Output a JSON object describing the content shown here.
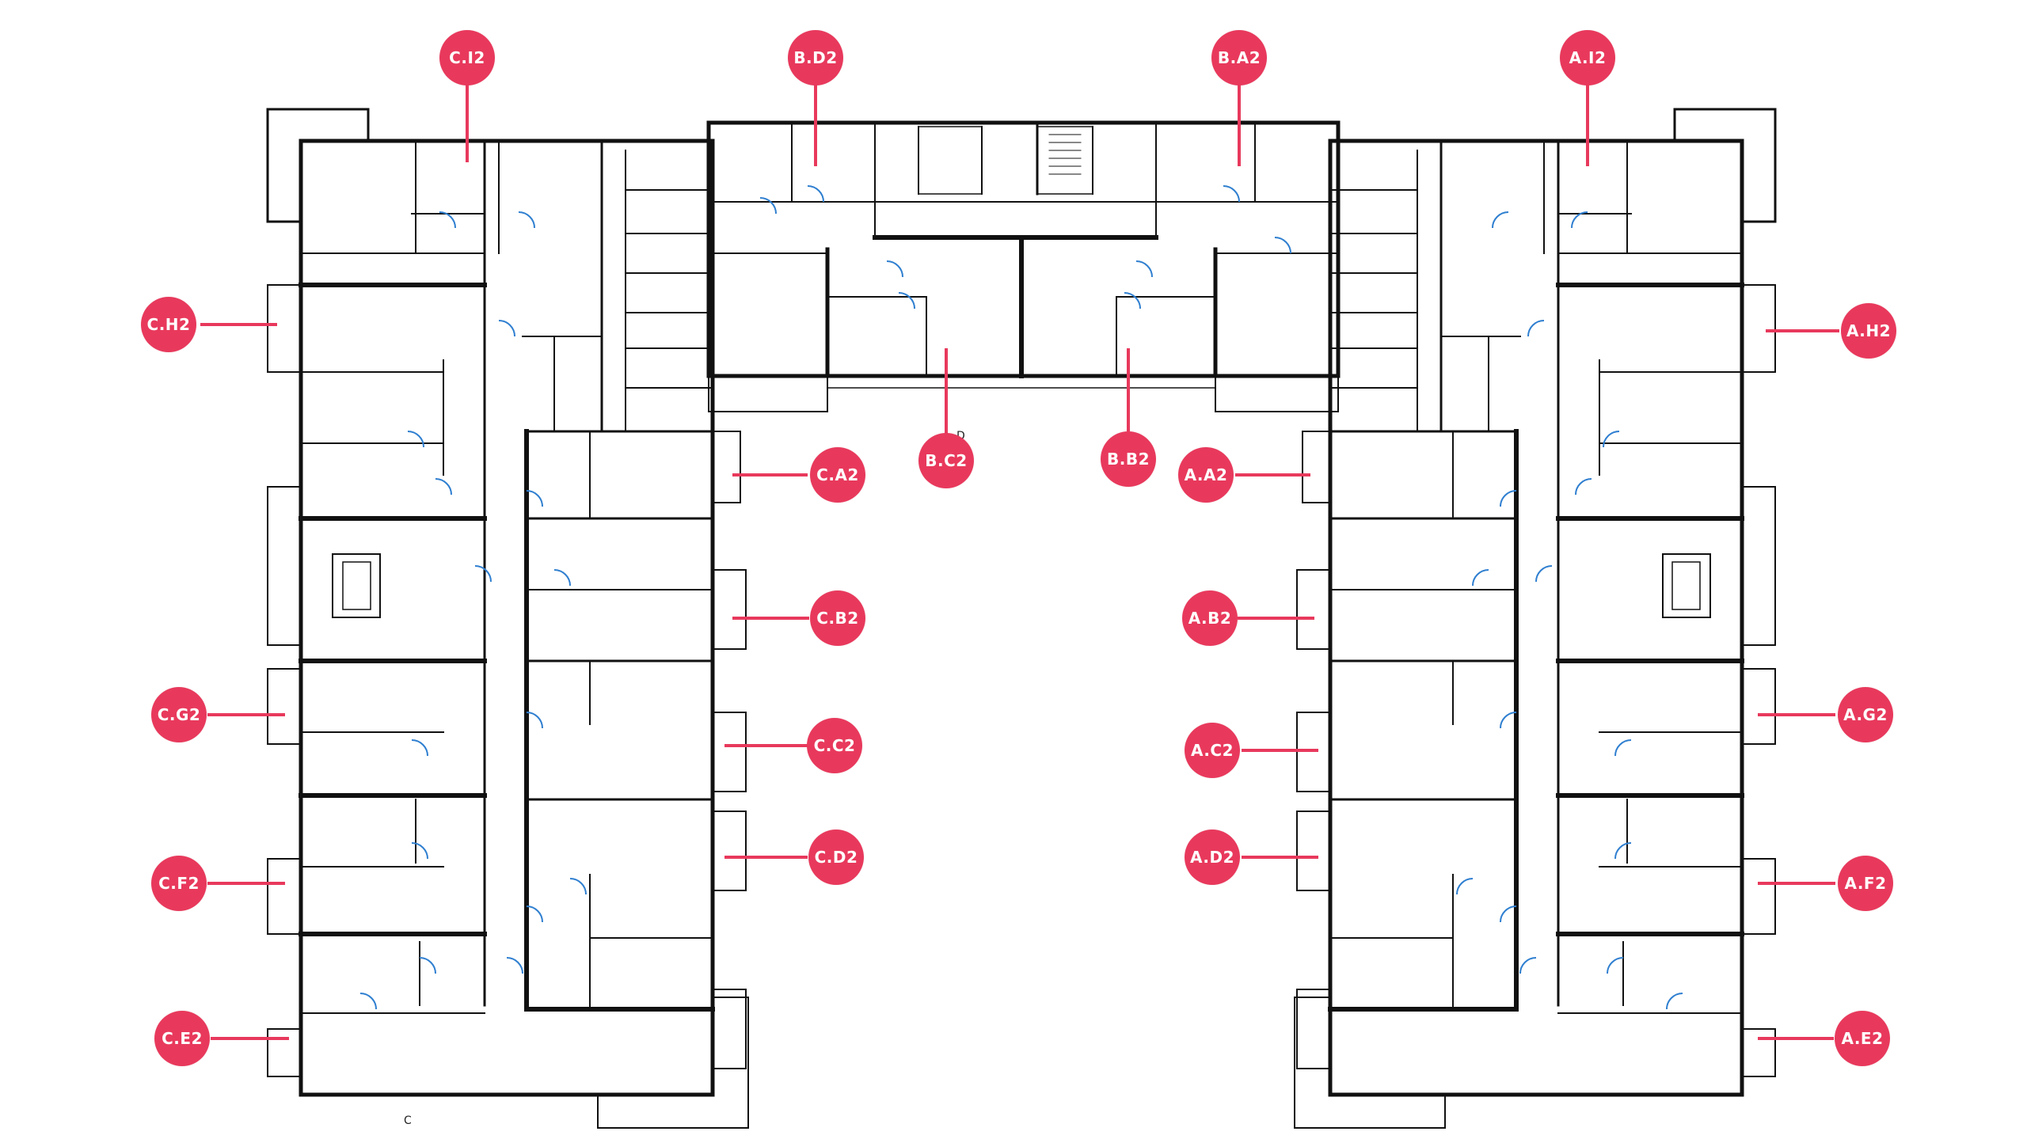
{
  "colors": {
    "marker": "#e8395c",
    "marker_text": "#ffffff",
    "wall": "#111111",
    "thin_line": "#333333",
    "door": "#2f7fd0",
    "background": "#ffffff"
  },
  "markers": [
    {
      "id": "C.I2"
    },
    {
      "id": "B.D2"
    },
    {
      "id": "B.A2"
    },
    {
      "id": "A.I2"
    },
    {
      "id": "C.H2"
    },
    {
      "id": "A.H2"
    },
    {
      "id": "B.C2"
    },
    {
      "id": "B.B2"
    },
    {
      "id": "C.A2"
    },
    {
      "id": "A.A2"
    },
    {
      "id": "C.B2"
    },
    {
      "id": "A.B2"
    },
    {
      "id": "C.G2"
    },
    {
      "id": "A.G2"
    },
    {
      "id": "C.C2"
    },
    {
      "id": "A.C2"
    },
    {
      "id": "C.D2"
    },
    {
      "id": "A.D2"
    },
    {
      "id": "C.F2"
    },
    {
      "id": "A.F2"
    },
    {
      "id": "C.E2"
    },
    {
      "id": "A.E2"
    }
  ],
  "plan_labels": {
    "wing_c": "C",
    "wing_b": "D"
  }
}
